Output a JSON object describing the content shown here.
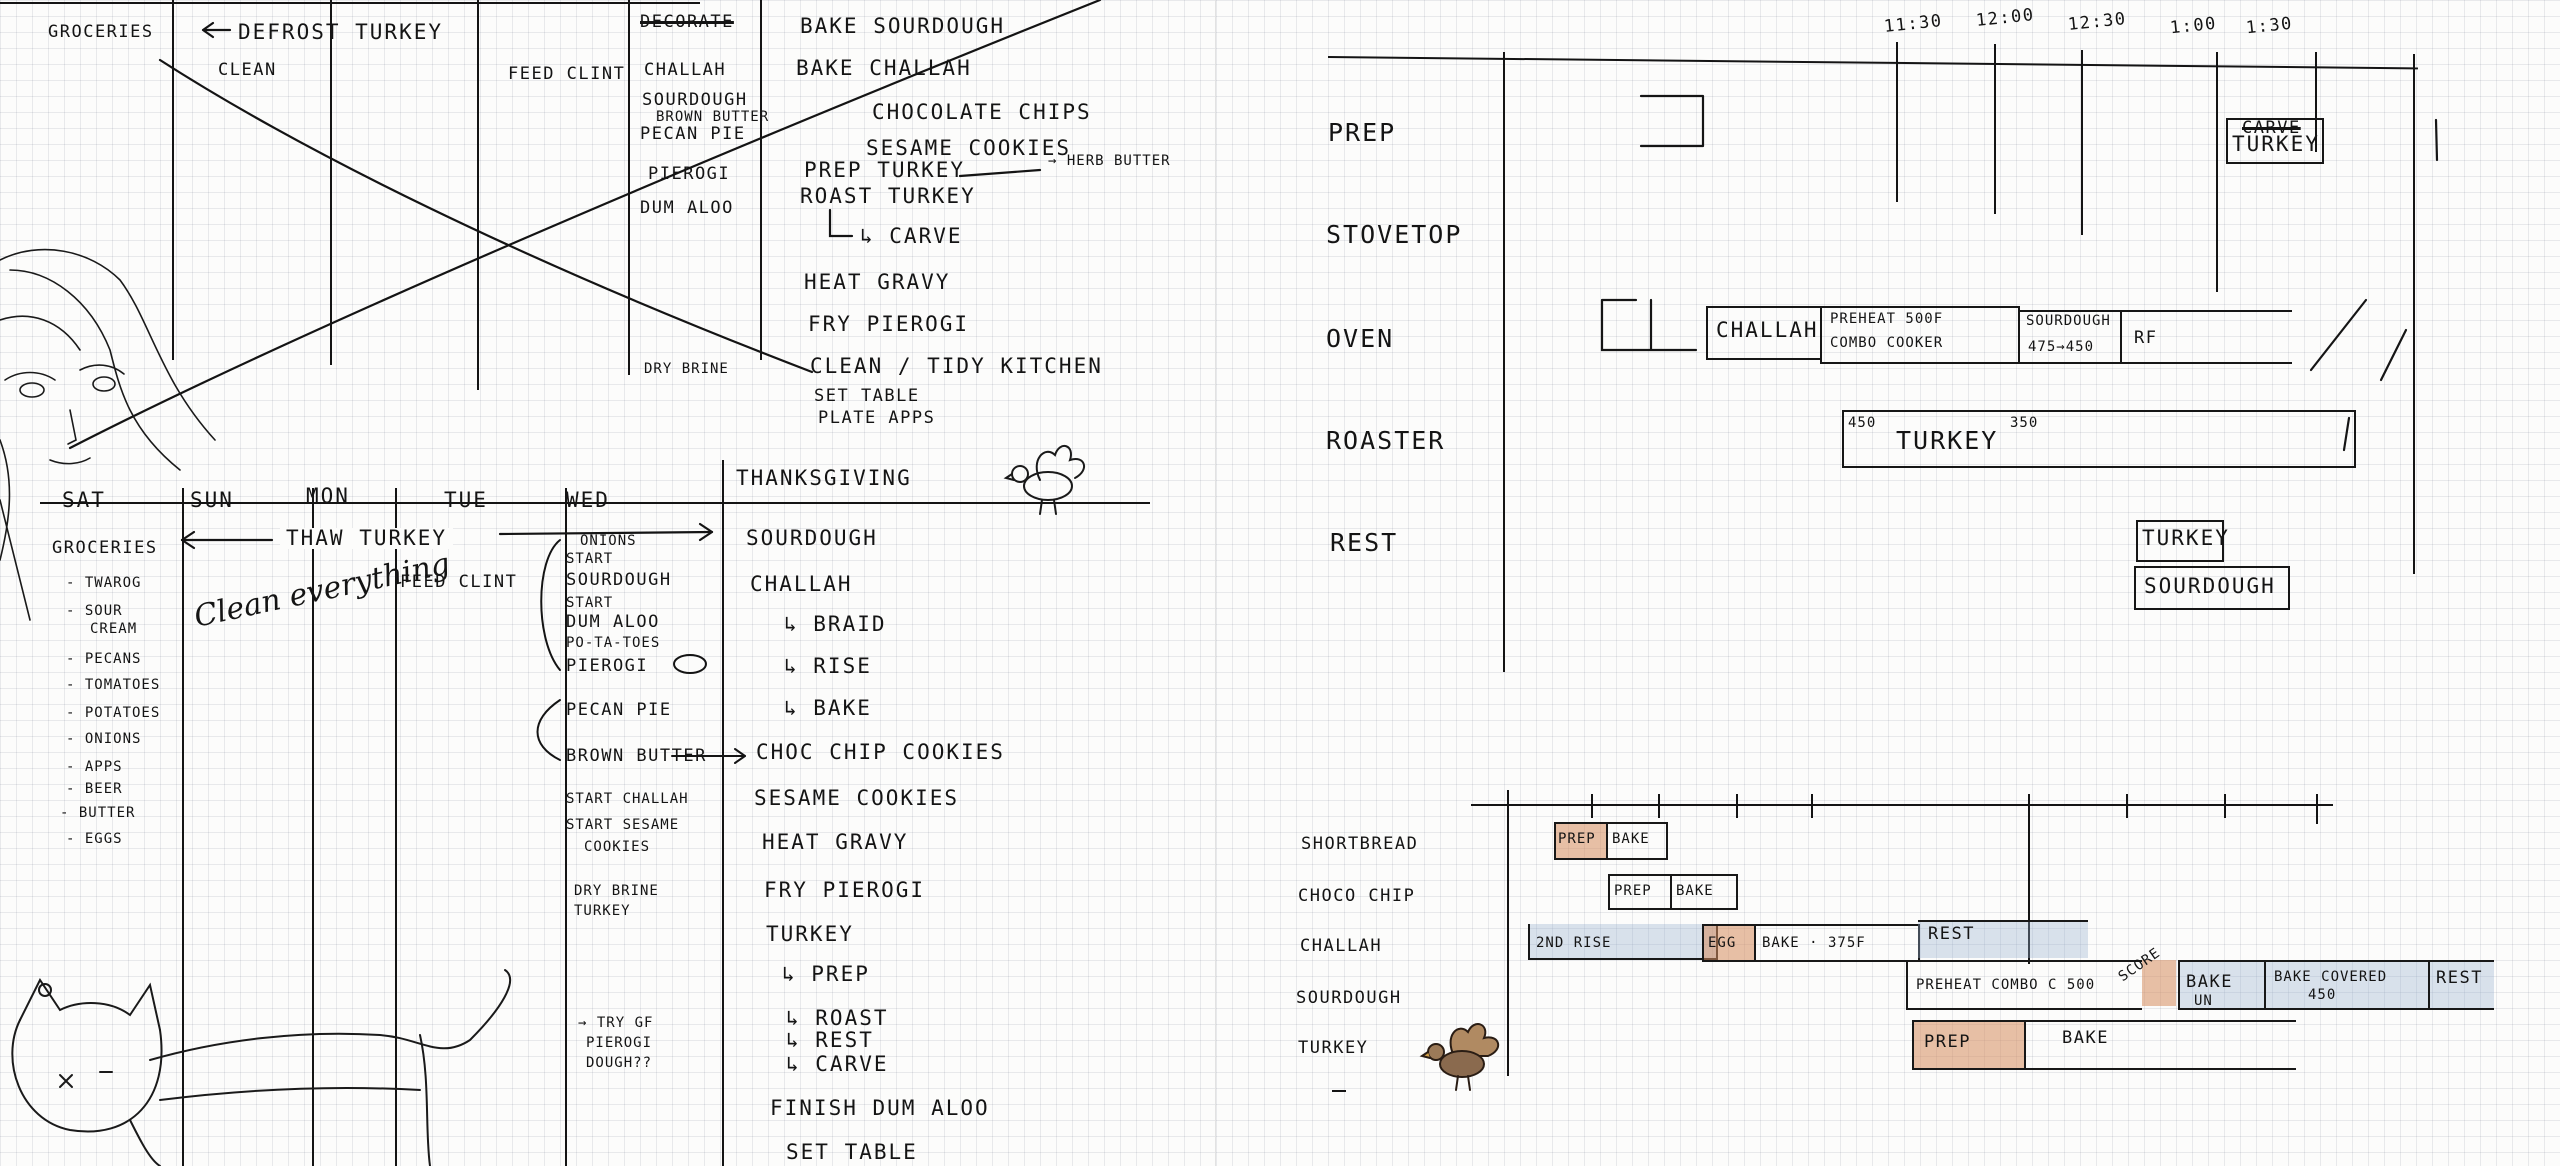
{
  "left_page": {
    "top_plan": {
      "col1": [
        "GROCERIES"
      ],
      "col2": [
        "DEFROST TURKEY",
        "CLEAN"
      ],
      "col3": [
        "FEED CLINT"
      ],
      "col4": [
        "CHALLAH",
        "SOURDOUGH",
        "BROWN BUTTER",
        "PECAN PIE",
        "PIEROGI",
        "DUM ALOO",
        "DRY BRINE"
      ],
      "col4_struck": "DECORATE",
      "col5": [
        "BAKE SOURDOUGH",
        "BAKE CHALLAH",
        "CHOCOLATE CHIPS",
        "SESAME COOKIES",
        "PREP TURKEY",
        "→ HERB BUTTER",
        "ROAST TURKEY",
        "↳ CARVE",
        "HEAT GRAVY",
        "FRY PIEROGI",
        "CLEAN / TIDY KITCHEN",
        "SET TABLE",
        "PLATE APPS"
      ]
    },
    "bottom_plan": {
      "days": [
        "SAT",
        "SUN",
        "MON",
        "TUE",
        "WED",
        "THANKSGIVING"
      ],
      "sat": [
        "GROCERIES",
        "- TWAROG",
        "- SOUR",
        "CREAM",
        "- PECANS",
        "- TOMATOES",
        "- POTATOES",
        "- ONIONS",
        "- APPS",
        "- BEER",
        "- BUTTER",
        "- EGGS"
      ],
      "thaw": "THAW TURKEY",
      "sun": "Clean everything",
      "tue": "FEED CLINT",
      "wed": [
        "ONIONS",
        "START",
        "SOURDOUGH",
        "START",
        "DUM ALOO",
        "PO-TA-TOES",
        "PIEROGI",
        "PECAN PIE",
        "BROWN BUTTER",
        "START CHALLAH",
        "START SESAME",
        "COOKIES",
        "DRY BRINE",
        "TURKEY",
        "→ TRY GF",
        "PIEROGI",
        "DOUGH??"
      ],
      "thanksgiving": [
        "SOURDOUGH",
        "CHALLAH",
        "↳ BRAID",
        "↳ RISE",
        "↳ BAKE",
        "CHOC CHIP COOKIES",
        "SESAME COOKIES",
        "HEAT GRAVY",
        "FRY PIEROGI",
        "TURKEY",
        "↳ PREP",
        "↳ ROAST",
        "↳ REST",
        "↳ CARVE",
        "FINISH DUM ALOO",
        "SET TABLE"
      ]
    }
  },
  "right_page": {
    "times": [
      "11:30",
      "12:00",
      "12:30",
      "1:00",
      "1:30"
    ],
    "rows": [
      "PREP",
      "STOVETOP",
      "OVEN",
      "ROASTER",
      "REST"
    ],
    "blocks": {
      "prep_carve": "CARVE",
      "prep_turkey": "TURKEY",
      "oven_challah": "CHALLAH",
      "oven_preheat": "PREHEAT 500F",
      "oven_combo": "COMBO COOKER",
      "oven_sourdough": "SOURDOUGH",
      "oven_temp": "475→450",
      "oven_rf": "RF",
      "roaster_start": "450",
      "roaster_turkey": "TURKEY",
      "roaster_end": "350",
      "rest_turkey": "TURKEY",
      "rest_sourdough": "SOURDOUGH"
    },
    "baking": {
      "rows": [
        "SHORTBREAD",
        "CHOCO CHIP",
        "CHALLAH",
        "SOURDOUGH",
        "TURKEY"
      ],
      "shortbread": [
        "PREP",
        "BAKE"
      ],
      "chocochip": [
        "PREP",
        "BAKE"
      ],
      "challah": [
        "2ND RISE",
        "EGG",
        "BAKE · 375F",
        "REST"
      ],
      "sourdough": [
        "PREHEAT COMBO C 500",
        "SCORE",
        "BAKE",
        "UN",
        "BAKE COVERED",
        "450",
        "REST"
      ],
      "turkey": [
        "PREP",
        "BAKE"
      ]
    }
  }
}
